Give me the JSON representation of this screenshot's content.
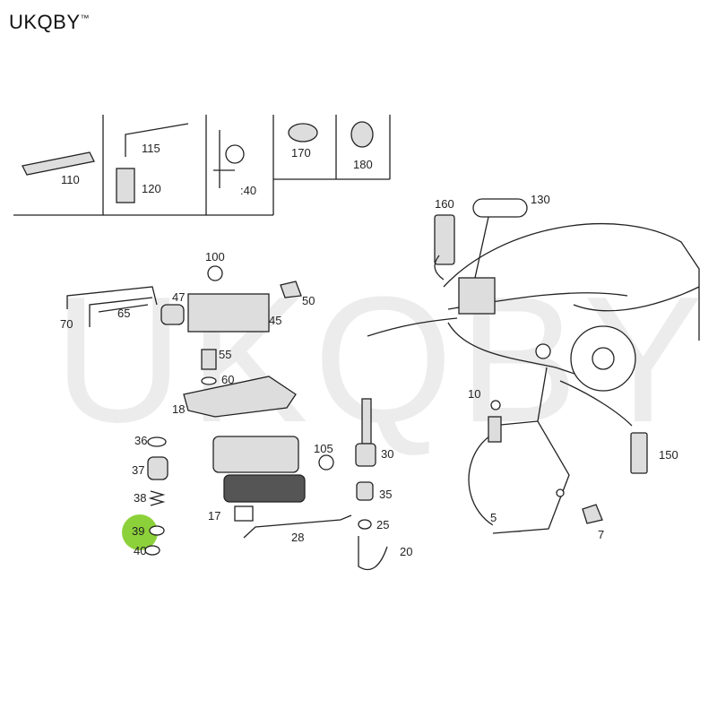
{
  "brand": {
    "name": "UKQBY",
    "mark": "™"
  },
  "watermark": "UKQBY™",
  "callouts": {
    "c110": "110",
    "c115": "115",
    "c120": "120",
    "c140": ":40",
    "c170": "170",
    "c180": "180",
    "c160": "160",
    "c130": "130",
    "c100": "100",
    "c47": "47",
    "c50": "50",
    "c70": "70",
    "c65": "65",
    "c45": "45",
    "c55": "55",
    "c60": "60",
    "c18": "18",
    "c10": "10",
    "c36": "36",
    "c37": "37",
    "c38": "38",
    "c39": "39",
    "c40": "40",
    "c105": "105",
    "c30": "30",
    "c35": "35",
    "c25": "25",
    "c20": "20",
    "c17": "17",
    "c28": "28",
    "c5": "5",
    "c7": "7",
    "c150": "150"
  },
  "highlight_color": "#8dd13a"
}
